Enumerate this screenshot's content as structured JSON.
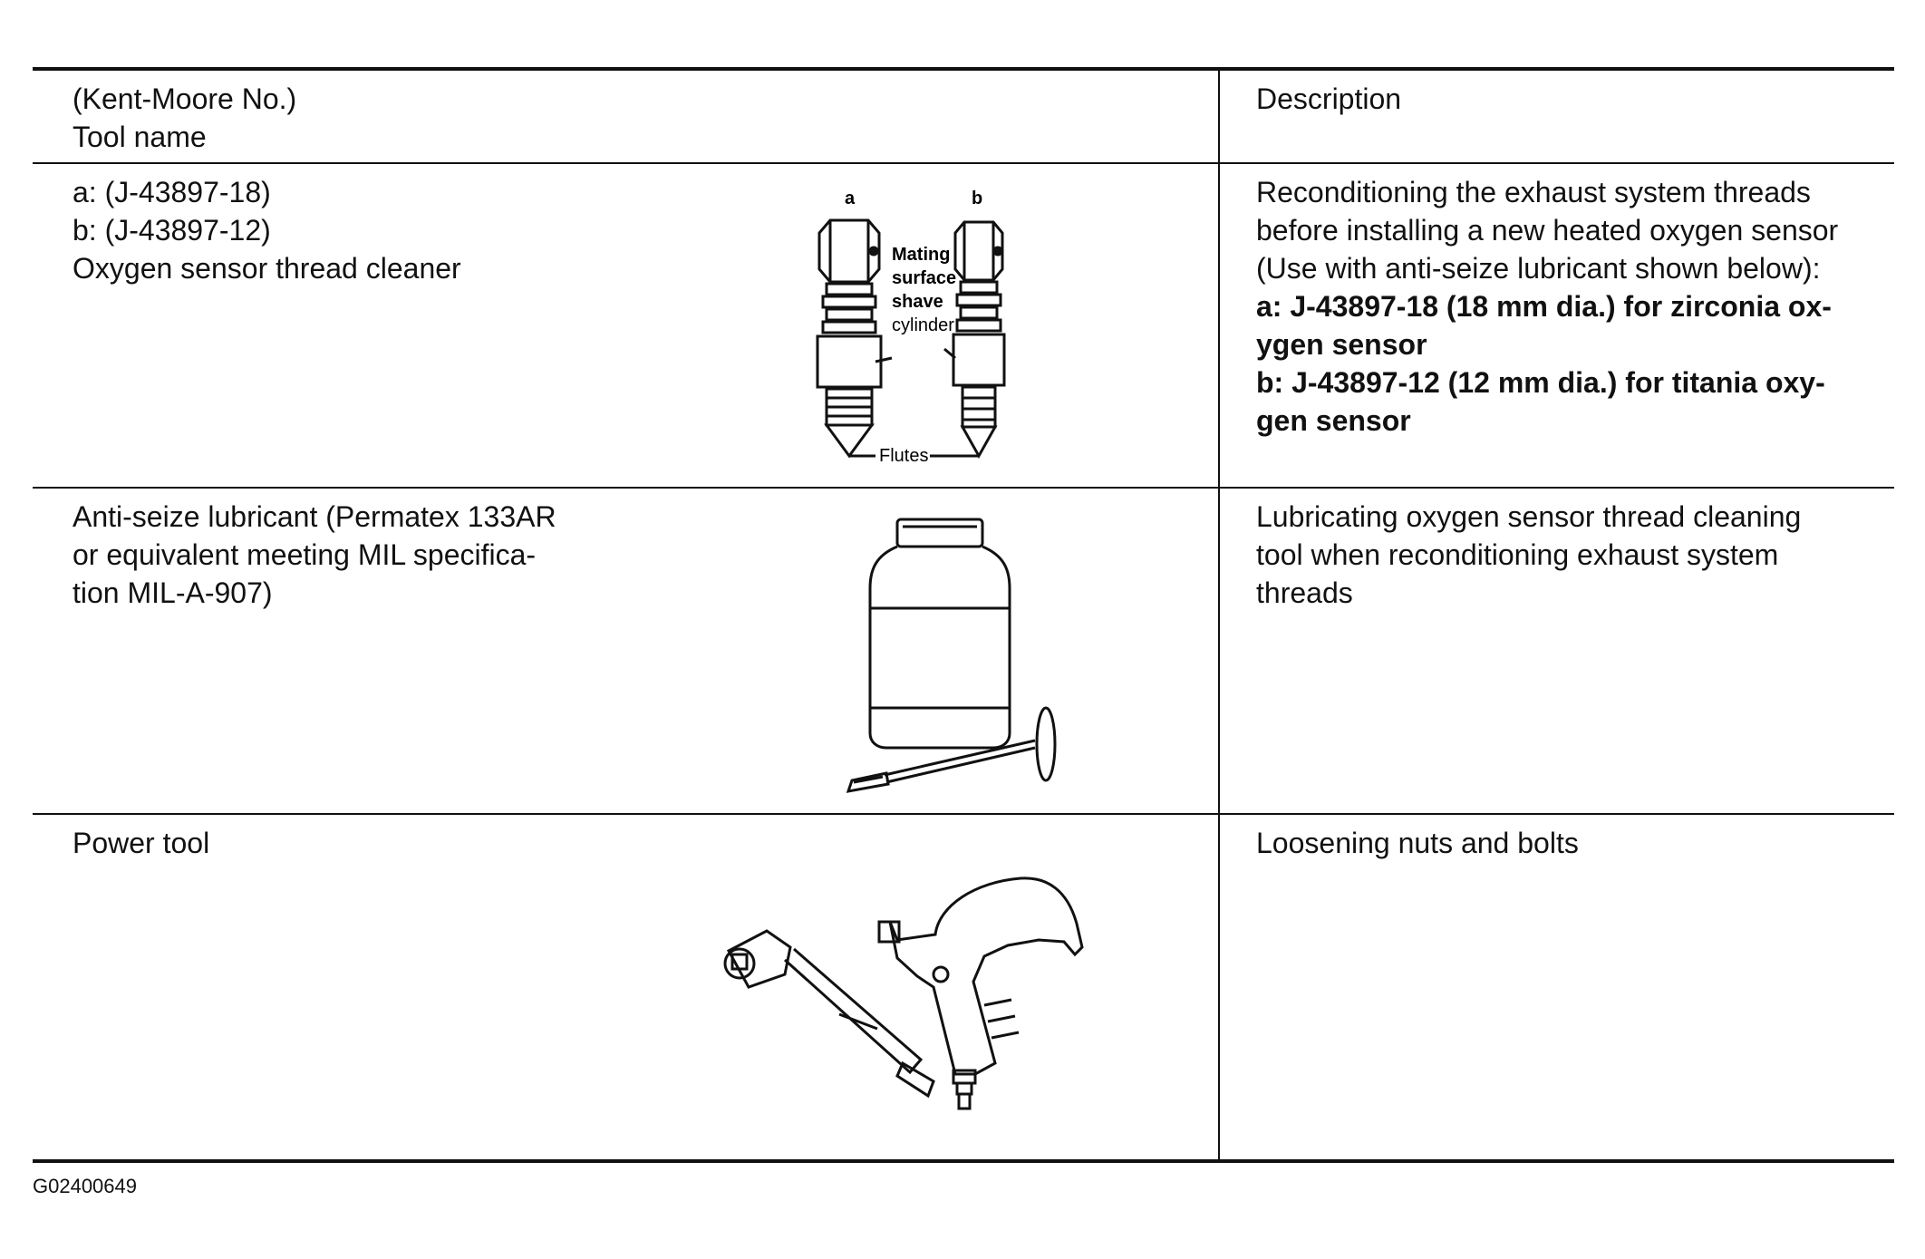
{
  "header": {
    "name_col": [
      "(Kent-Moore No.)",
      "Tool name"
    ],
    "desc_col": "Description"
  },
  "rows": [
    {
      "name_lines": [
        "a: (J-43897-18)",
        "b: (J-43897-12)",
        "Oxygen sensor thread cleaner"
      ],
      "desc_lines": [
        "Reconditioning the exhaust system threads",
        "before installing a new heated oxygen sensor",
        "(Use with anti-seize lubricant shown below):"
      ],
      "desc_bold_lines": [
        "a: J-43897-18 (18 mm dia.) for zirconia ox-",
        "ygen sensor",
        "b: J-43897-12 (12 mm dia.) for titania oxy-",
        "gen sensor"
      ],
      "illustration_labels": {
        "a": "a",
        "b": "b",
        "mating": "Mating",
        "surface": "surface",
        "shave": "shave",
        "cylinder": "cylinder",
        "flutes": "Flutes"
      }
    },
    {
      "name_lines": [
        "Anti-seize lubricant (Permatex 133AR",
        "or equivalent meeting MIL specifica-",
        "tion MIL-A-907)"
      ],
      "desc_lines": [
        "Lubricating oxygen sensor thread cleaning",
        "tool when reconditioning exhaust system",
        "threads"
      ]
    },
    {
      "name_lines": [
        "Power tool"
      ],
      "desc_lines": [
        "Loosening nuts and bolts"
      ]
    }
  ],
  "figure_code": "G02400649"
}
